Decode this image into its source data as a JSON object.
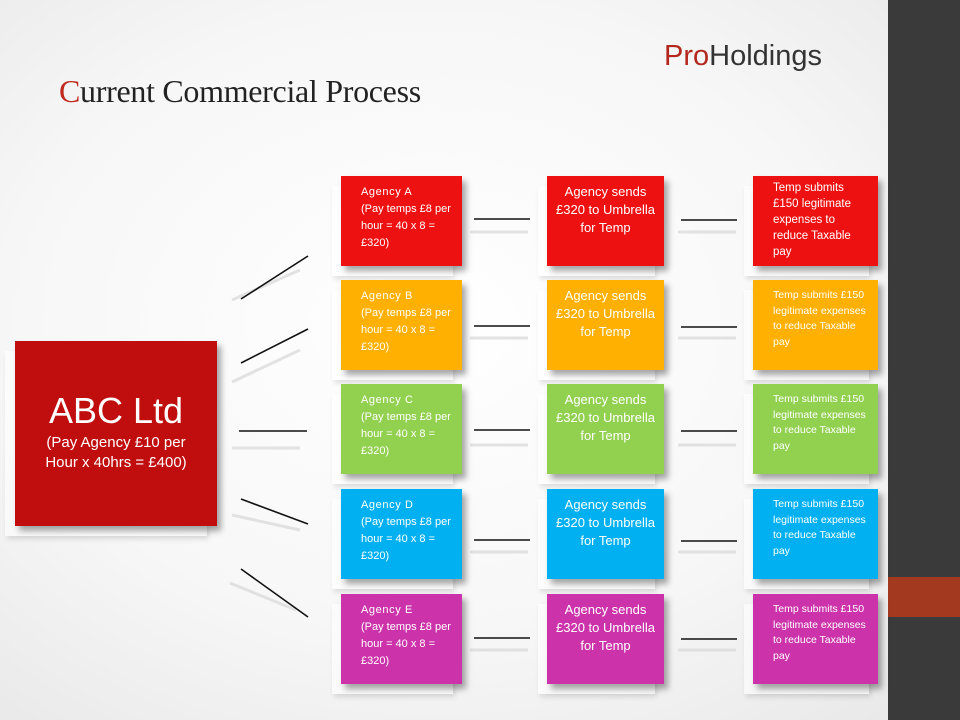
{
  "brand": {
    "pro": "Pro",
    "rest": "Holdings"
  },
  "title": {
    "first": "C",
    "rest": "urrent Commercial Process"
  },
  "main_box": {
    "name": "ABC Ltd",
    "detail": "(Pay Agency £10 per Hour x 40hrs = £400)"
  },
  "colors": {
    "red": "#ee1111",
    "orange": "#ffb000",
    "green": "#92d050",
    "blue": "#00b0f0",
    "magenta": "#cc33aa",
    "main": "#c00d0d"
  },
  "rows": [
    {
      "agency_name": "Agency  A",
      "agency_desc": "(Pay temps £8 per hour = 40 x 8 = £320)",
      "send": "Agency sends £320 to Umbrella for Temp",
      "temp": "Temp submits £150 legitimate expenses to reduce Taxable pay"
    },
    {
      "agency_name": "Agency  B",
      "agency_desc": "(Pay temps £8 per hour = 40 x 8 = £320)",
      "send": "Agency sends £320 to Umbrella for Temp",
      "temp": "Temp submits £150 legitimate expenses to reduce Taxable pay"
    },
    {
      "agency_name": "Agency  C",
      "agency_desc": "(Pay temps £8 per hour = 40 x 8 = £320)",
      "send": "Agency sends £320 to Umbrella for Temp",
      "temp": "Temp submits £150 legitimate expenses to reduce Taxable pay"
    },
    {
      "agency_name": "Agency  D",
      "agency_desc": "(Pay temps £8 per hour = 40 x 8 = £320)",
      "send": "Agency sends £320 to Umbrella for Temp",
      "temp": "Temp submits £150 legitimate expenses to reduce Taxable pay"
    },
    {
      "agency_name": "Agency  E",
      "agency_desc": "(Pay temps £8 per hour = 40 x 8 = £320)",
      "send": "Agency sends £320 to Umbrella for Temp",
      "temp": "Temp submits £150 legitimate expenses to reduce Taxable pay"
    }
  ]
}
